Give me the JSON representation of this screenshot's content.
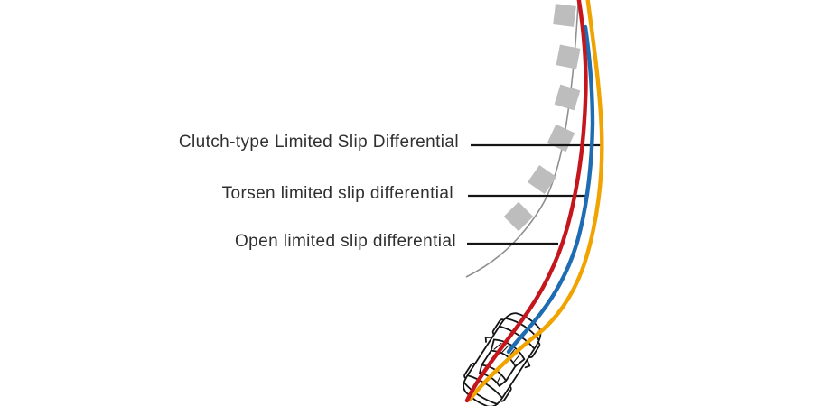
{
  "labels": [
    {
      "text": "Clutch-type Limited Slip Differential",
      "curve": "clutch"
    },
    {
      "text": "Torsen limited slip differential",
      "curve": "torsen"
    },
    {
      "text": "Open limited slip differential",
      "curve": "open"
    }
  ],
  "curves": {
    "clutch": {
      "color": "#f1a300"
    },
    "torsen": {
      "color": "#1e6cb2"
    },
    "open": {
      "color": "#c4161c"
    }
  },
  "track": {
    "curb_color": "#bdbdbd",
    "edge_line_color": "#8f8f8f"
  },
  "leader_line_color": "#151515",
  "label_text_color": "#2f2f2f",
  "car": {
    "outline_color": "#141414"
  }
}
